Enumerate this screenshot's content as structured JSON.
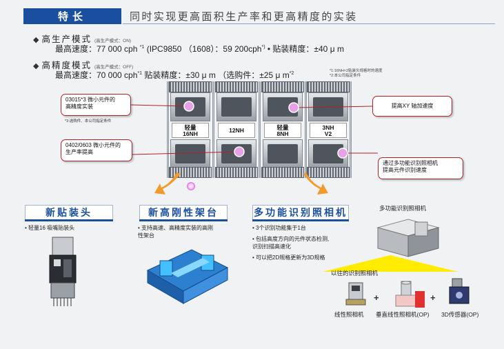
{
  "header": {
    "badge": "特长",
    "title": "同时实现更高面积生产率和更高精度的实装"
  },
  "mode_high_speed": {
    "name": "高生产模式",
    "sub": "(高生产模式：ON)",
    "spec_a": "最高速度：77 000 cph",
    "sup_a": "*1",
    "spec_b": "(IPC9850 （1608）：59 200cph",
    "sup_b": "*)",
    "spec_c": "• 贴装精度：±40 μ m"
  },
  "mode_high_precision": {
    "name": "高精度模式",
    "sub": "(高生产模式：OFF)",
    "spec_a": "最高速度：70 000 cph",
    "sup_a": "*1",
    "spec_b": "贴装精度：±30 μ m",
    "spec_c": "（选购件：±25 μ m",
    "sup_c": "*2"
  },
  "footnotes": [
    "*1:16NH×2贴装头规格时的速度",
    "*2:本公司指定条件"
  ],
  "machine": {
    "modules": [
      {
        "label": "轻量\n16NH"
      },
      {
        "label": "12NH"
      },
      {
        "label": "轻量\n8NH"
      },
      {
        "label": "3NH\nV2"
      }
    ]
  },
  "callouts": {
    "left_top": "03015*3 微小元件的\n高精度实装",
    "left_top_note": "*3:选购件、本公司指定条件",
    "left_bottom": "0402/0603 微小元件的\n生产率提高",
    "right_top": "提高XY 轴加速度",
    "right_bottom": "通过多功能识别照相机\n提高元件识别速度"
  },
  "sections": {
    "head": {
      "title": "新贴装头",
      "bullets": [
        "轻量16 吸嘴贴装头"
      ]
    },
    "frame": {
      "title": "新高刚性架台",
      "bullets": [
        "支持高速、高精度实装的高刚\n性架台"
      ]
    },
    "camera": {
      "title": "多功能识别照相机",
      "bullets": [
        "3个识别功能集于1台",
        "包括高度方向的元件状态检测,\n识别扫描高速化",
        "可以把2D规格更新为3D规格"
      ]
    }
  },
  "camera_diagram": {
    "top_label": "多功能识别照相机",
    "prev_label": "以往的识别照相机",
    "items": [
      "线性照相机",
      "垂直线性照相机(OP)",
      "3D传感器(OP)"
    ],
    "plus": "+"
  },
  "colors": {
    "brand_blue": "#1a4fa0",
    "callout_red": "#b42028",
    "arrow_orange": "#f39a2a",
    "highlight_yellow": "#ffec00"
  }
}
